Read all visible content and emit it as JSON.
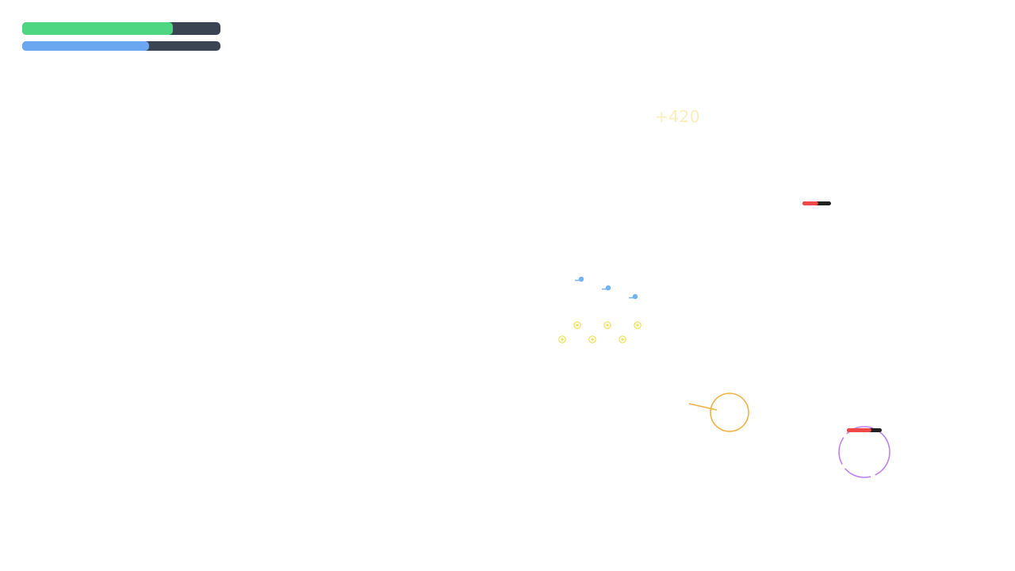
{
  "hud": {
    "health": {
      "value": 0.76,
      "color": "#4fd683",
      "track_color": "#3b4452"
    },
    "energy": {
      "value": 0.64,
      "color": "#6aa7f0",
      "track_color": "#3b4452"
    }
  },
  "score_popup": {
    "text": "+420",
    "color": "#fbedb9"
  },
  "player": {
    "ring_color": "#f2b13f",
    "aim_icon": "aim-line-icon"
  },
  "enemies": [
    {
      "kind": "health-bar-only",
      "health": 0.55,
      "bar_color": "#f04747",
      "bar_track": "#222222"
    },
    {
      "kind": "ring",
      "health": 0.7,
      "bar_color": "#f04747",
      "bar_track": "#222222",
      "ring_color": "#c27ff2"
    }
  ],
  "pickups": {
    "coins": {
      "count": 6,
      "color": "#f2df4e",
      "icon": "coin-icon"
    },
    "drones": {
      "count": 3,
      "color": "#6fb3f5",
      "icon": "drone-icon"
    }
  }
}
